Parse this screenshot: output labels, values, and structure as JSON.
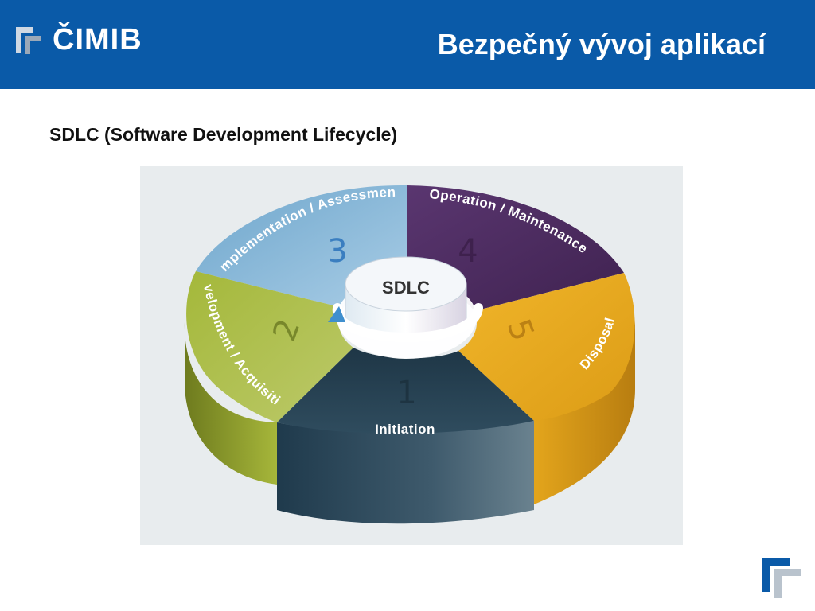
{
  "header": {
    "logo_text": "ČIMIB",
    "title": "Bezpečný vývoj aplikací"
  },
  "subtitle": "SDLC (Software Development Lifecycle)",
  "diagram": {
    "center_label": "SDLC",
    "segments": [
      {
        "number": "1",
        "label": "Initiation"
      },
      {
        "number": "2",
        "label": "Development / Acquisition"
      },
      {
        "number": "3",
        "label": "Implementation / Assessment"
      },
      {
        "number": "4",
        "label": "Operation / Maintenance"
      },
      {
        "number": "5",
        "label": "Disposal"
      }
    ]
  },
  "colors": {
    "header_bg": "#0a5aa8",
    "initiation": "#2e4a5c",
    "development": "#9aab2e",
    "implementation": "#7fb3d6",
    "operation": "#4e2d5e",
    "disposal": "#e2a81e"
  },
  "icons": {
    "logo_mark": "cimib-logo-icon",
    "footer_mark": "cimib-corner-icon",
    "cycle_arrow": "cycle-arrow-icon"
  }
}
